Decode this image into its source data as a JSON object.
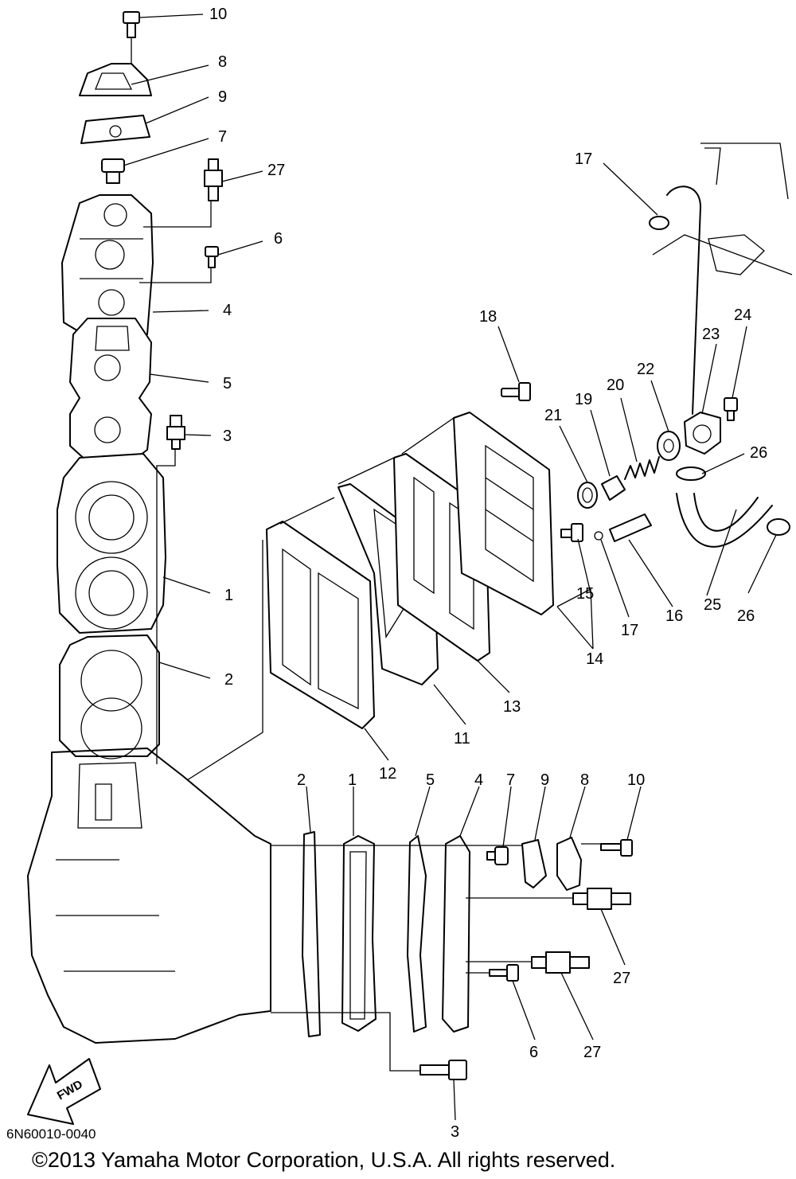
{
  "diagram": {
    "drawing_code": "6N60010-0040",
    "copyright": "©2013 Yamaha Motor Corporation, U.S.A. All rights reserved.",
    "fwd_label": "FWD",
    "callouts": [
      "10",
      "8",
      "9",
      "7",
      "27",
      "6",
      "4",
      "5",
      "3",
      "1",
      "2",
      "17",
      "18",
      "21",
      "19",
      "20",
      "22",
      "23",
      "24",
      "26",
      "25",
      "15",
      "17",
      "16",
      "26",
      "14",
      "13",
      "11",
      "12",
      "2",
      "1",
      "5",
      "4",
      "7",
      "9",
      "8",
      "10",
      "27",
      "6",
      "27",
      "3"
    ]
  }
}
